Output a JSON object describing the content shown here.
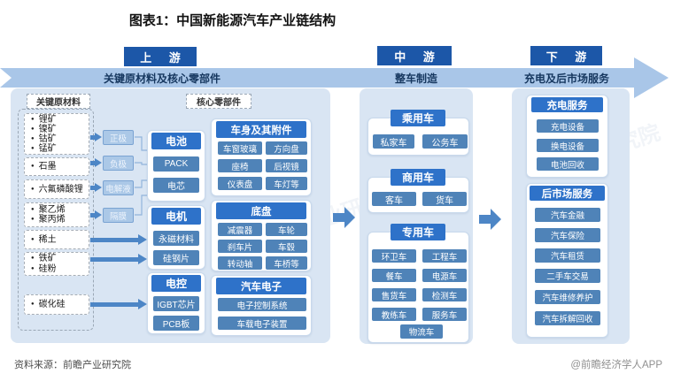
{
  "title": "图表1：中国新能源汽车产业链结构",
  "watermark": "前瞻产业研究院",
  "stages": {
    "upstream_label": "上 游",
    "midstream_label": "中 游",
    "downstream_label": "下 游",
    "upstream_band": "关键原材料及核心零部件",
    "midstream_band": "整车制造",
    "downstream_band": "充电及后市场服务"
  },
  "upstream": {
    "raw_materials_label": "关键原材料",
    "core_parts_label": "核心零部件",
    "material_groups": [
      {
        "items": [
          "锂矿",
          "镍矿",
          "钴矿",
          "锰矿"
        ]
      },
      {
        "items": [
          "石墨"
        ]
      },
      {
        "items": [
          "六氟磷酸锂"
        ]
      },
      {
        "items": [
          "聚乙烯",
          "聚丙烯"
        ]
      },
      {
        "items": [
          "稀土"
        ]
      },
      {
        "items": [
          "铁矿",
          "硅粉"
        ]
      },
      {
        "items": [
          "碳化硅"
        ]
      }
    ],
    "battery_parts": [
      "正极",
      "负极",
      "电解液",
      "隔膜"
    ],
    "component_groups": [
      {
        "title": "电池",
        "items": [
          "PACK",
          "电芯"
        ]
      },
      {
        "title": "电机",
        "items": [
          "永磁材料",
          "硅钢片"
        ]
      },
      {
        "title": "电控",
        "items": [
          "IGBT芯片",
          "PCB板"
        ]
      }
    ],
    "core_groups": [
      {
        "title": "车身及其附件",
        "items": [
          "车窗玻璃",
          "方向盘",
          "座椅",
          "后视镜",
          "仪表盘",
          "车灯等"
        ]
      },
      {
        "title": "底盘",
        "items": [
          "减震器",
          "车轮",
          "刹车片",
          "车毂",
          "转动轴",
          "车桥等"
        ]
      },
      {
        "title": "汽车电子",
        "items": [
          "电子控制系统",
          "车载电子装置"
        ]
      }
    ]
  },
  "midstream": {
    "groups": [
      {
        "title": "乘用车",
        "items": [
          "私家车",
          "公务车"
        ]
      },
      {
        "title": "商用车",
        "items": [
          "客车",
          "货车"
        ]
      },
      {
        "title": "专用车",
        "items": [
          "环卫车",
          "工程车",
          "餐车",
          "电源车",
          "售货车",
          "检测车",
          "教练车",
          "服务车",
          "物流车"
        ]
      }
    ]
  },
  "downstream": {
    "groups": [
      {
        "title": "充电服务",
        "items": [
          "充电设备",
          "换电设备",
          "电池回收"
        ]
      },
      {
        "title": "后市场服务",
        "items": [
          "汽车金融",
          "汽车保险",
          "汽车租赁",
          "二手车交易",
          "汽车维修养护",
          "汽车拆解回收"
        ]
      }
    ]
  },
  "footer": {
    "source": "资料来源：前瞻产业研究院",
    "credit": "@前瞻经济学人APP"
  },
  "colors": {
    "stage_box": "#1c57a8",
    "band": "#a9c6e8",
    "band_text": "#16375f",
    "panel_bg": "#d9e5f3",
    "group_header": "#2e72c9",
    "item_box": "#4f83b8",
    "mini_box": "#abc8e7",
    "arrow": "#4d86c6"
  }
}
